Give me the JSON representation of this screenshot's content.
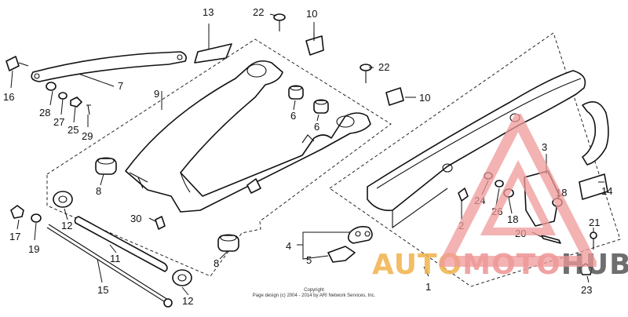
{
  "callouts": [
    {
      "id": "c1",
      "text": "1"
    },
    {
      "id": "c2",
      "text": "2"
    },
    {
      "id": "c3",
      "text": "3"
    },
    {
      "id": "c4",
      "text": "4"
    },
    {
      "id": "c5",
      "text": "5"
    },
    {
      "id": "c6a",
      "text": "6"
    },
    {
      "id": "c6b",
      "text": "6"
    },
    {
      "id": "c7",
      "text": "7"
    },
    {
      "id": "c8a",
      "text": "8"
    },
    {
      "id": "c8b",
      "text": "8"
    },
    {
      "id": "c9",
      "text": "9"
    },
    {
      "id": "c10a",
      "text": "10"
    },
    {
      "id": "c10b",
      "text": "10"
    },
    {
      "id": "c11",
      "text": "11"
    },
    {
      "id": "c12a",
      "text": "12"
    },
    {
      "id": "c12b",
      "text": "12"
    },
    {
      "id": "c13",
      "text": "13"
    },
    {
      "id": "c14",
      "text": "14"
    },
    {
      "id": "c15",
      "text": "15"
    },
    {
      "id": "c16",
      "text": "16"
    },
    {
      "id": "c17",
      "text": "17"
    },
    {
      "id": "c18a",
      "text": "18"
    },
    {
      "id": "c18b",
      "text": "18"
    },
    {
      "id": "c19",
      "text": "19"
    },
    {
      "id": "c20",
      "text": "20"
    },
    {
      "id": "c21",
      "text": "21"
    },
    {
      "id": "c22a",
      "text": "22"
    },
    {
      "id": "c22b",
      "text": "22"
    },
    {
      "id": "c23",
      "text": "23"
    },
    {
      "id": "c24",
      "text": "24"
    },
    {
      "id": "c25",
      "text": "25"
    },
    {
      "id": "c26",
      "text": "26"
    },
    {
      "id": "c27",
      "text": "27"
    },
    {
      "id": "c28",
      "text": "28"
    },
    {
      "id": "c29",
      "text": "29"
    },
    {
      "id": "c30",
      "text": "30"
    }
  ],
  "copyright": {
    "line1": "Copyright",
    "line2": "Page design (c) 2004 - 2014 by ARI Network Services, Inc."
  },
  "watermark": {
    "part1": "AUTO",
    "part2": "MOTO",
    "part3": "HUB",
    "color_primary": "#f0b24a",
    "color_secondary": "#ef9a9a",
    "color_dark": "#555555"
  }
}
